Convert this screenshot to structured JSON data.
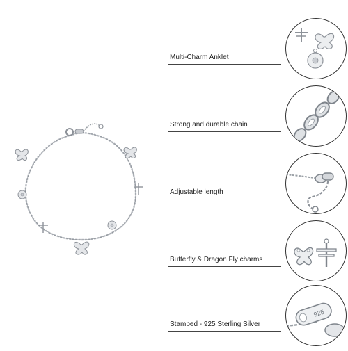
{
  "features": [
    {
      "label": "Multi-Charm Anklet",
      "icon": "charms-closeup-icon"
    },
    {
      "label": "Strong and durable chain",
      "icon": "chain-closeup-icon"
    },
    {
      "label": "Adjustable length",
      "icon": "clasp-closeup-icon"
    },
    {
      "label": "Butterfly & Dragon Fly charms",
      "icon": "butterfly-dragonfly-icon"
    },
    {
      "label": "Stamped - 925 Sterling Silver",
      "icon": "stamp-tag-icon"
    }
  ],
  "stamp_text": "925",
  "colors": {
    "silver": "#c9ccd1",
    "silver_dark": "#8d9299",
    "line": "#444444",
    "text": "#222222"
  }
}
